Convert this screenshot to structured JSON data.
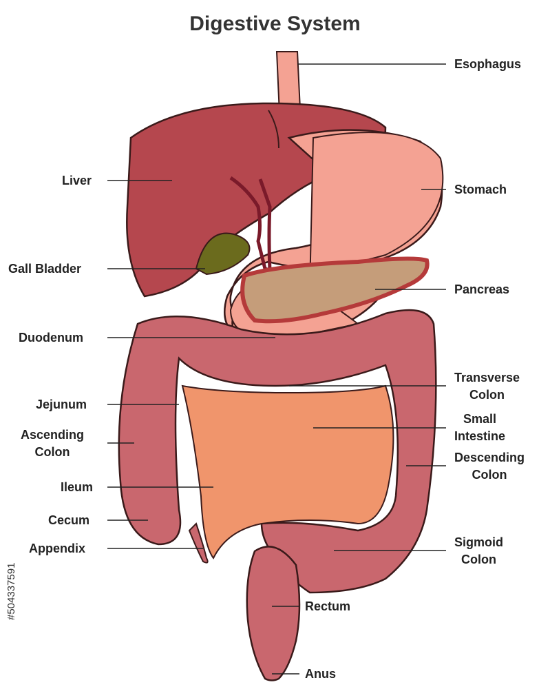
{
  "title": "Digestive System",
  "labels": {
    "esophagus": "Esophagus",
    "liver": "Liver",
    "stomach": "Stomach",
    "gall_bladder": "Gall Bladder",
    "pancreas": "Pancreas",
    "duodenum": "Duodenum",
    "transverse_colon": [
      "Transverse",
      "Colon"
    ],
    "jejunum": "Jejunum",
    "small_intestine": [
      "Small",
      "Intestine"
    ],
    "ascending_colon": [
      "Ascending",
      "Colon"
    ],
    "descending_colon": [
      "Descending",
      "Colon"
    ],
    "ileum": "Ileum",
    "cecum": "Cecum",
    "appendix": "Appendix",
    "sigmoid_colon": [
      "Sigmoid",
      "Colon"
    ],
    "rectum": "Rectum",
    "anus": "Anus"
  },
  "stock_id": "#504337591",
  "colors": {
    "liver": "#b5474e",
    "stomach": "#f4a293",
    "pancreas": "#c59d7a",
    "gall_bladder": "#6b6b1d",
    "colon": "#c9676e",
    "small_intestine": "#f0956c",
    "outline": "#3a1a1a"
  }
}
